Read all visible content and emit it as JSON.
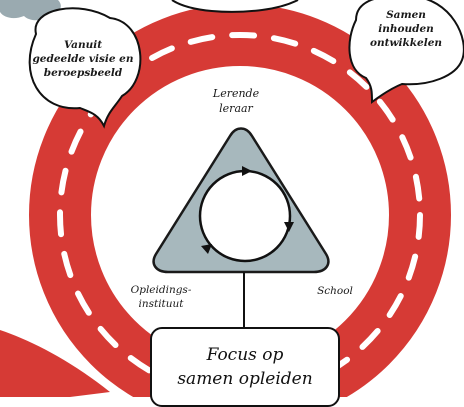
{
  "bubbles": {
    "left": "Vanuit\ngedeelde visie en\nberoepsbeeld",
    "right": "Samen\ninhouden\nontwikkelen"
  },
  "triangle_labels": {
    "top": "Lerende\nleraar",
    "left": "Opleidings-\ninstituut",
    "right": "School"
  },
  "focus_box": {
    "text": "Focus op\nsamen opleiden"
  },
  "colors": {
    "road": "#d63a35",
    "road_marking": "#ffffff",
    "triangle_fill": "#a7b8bd",
    "triangle_stroke": "#1a1a1a",
    "cloud": "#9aaab0"
  }
}
